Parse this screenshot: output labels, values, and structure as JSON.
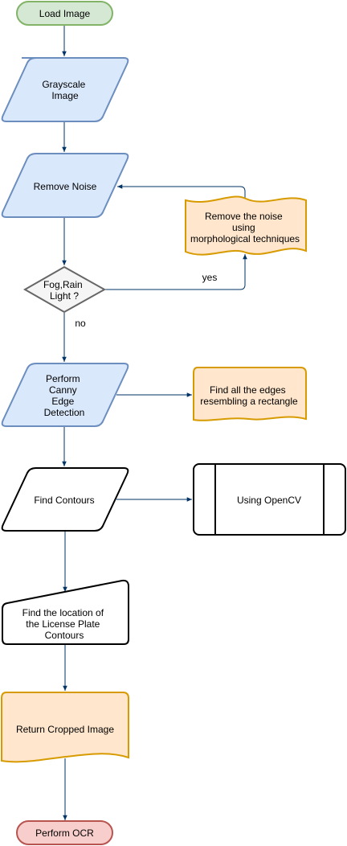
{
  "nodes": {
    "load_image": [
      "Load Image"
    ],
    "grayscale": [
      "Grayscale",
      "Image"
    ],
    "remove_noise": [
      "Remove Noise"
    ],
    "morph": [
      "Remove the noise",
      "using",
      "morphological techniques"
    ],
    "decision": [
      "Fog,Rain",
      "Light ?"
    ],
    "canny": [
      "Perform",
      "Canny",
      "Edge",
      "Detection"
    ],
    "edges": [
      "Find all the edges",
      "resembling a rectangle"
    ],
    "contours": [
      "Find Contours"
    ],
    "opencv": [
      "Using OpenCV"
    ],
    "location": [
      "Find the location of",
      "the License Plate",
      "Contours"
    ],
    "cropped": [
      "Return Cropped Image"
    ],
    "ocr": [
      "Perform OCR"
    ]
  },
  "edge_labels": {
    "yes": "yes",
    "no": "no"
  },
  "colors": {
    "start_fill": "#d5e8d4",
    "start_stroke": "#82b366",
    "blue_fill": "#dae8fc",
    "blue_stroke": "#6c8ebf",
    "orange_fill": "#ffe6cc",
    "orange_stroke": "#d79b00",
    "gray_fill": "#f5f5f5",
    "gray_stroke": "#666666",
    "end_fill": "#f8cecc",
    "end_stroke": "#b85450",
    "arrow": "#003366"
  }
}
